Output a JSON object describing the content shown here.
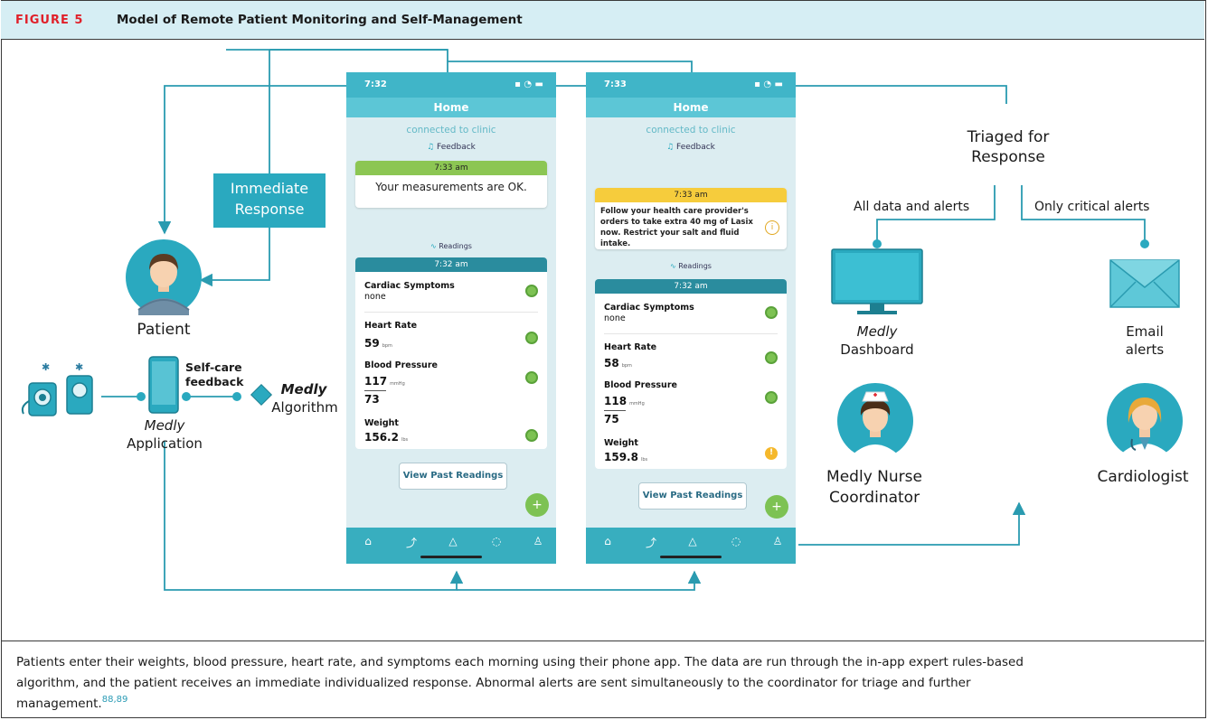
{
  "header": {
    "figure_label": "FIGURE 5",
    "title": "Model of Remote Patient Monitoring and Self-Management"
  },
  "diagram": {
    "immediate_response": [
      "Immediate",
      "Response"
    ],
    "patient": "Patient",
    "self_care_feedback": [
      "Self-care",
      "feedback"
    ],
    "medly_application": {
      "italic": "Medly",
      "text": "Application"
    },
    "medly_algorithm": {
      "italic": "Medly",
      "text": "Algorithm"
    },
    "triaged": [
      "Triaged for",
      "Response"
    ],
    "all_data": "All data and alerts",
    "critical_only": "Only critical alerts",
    "dashboard": {
      "italic": "Medly",
      "text": "Dashboard"
    },
    "email_alerts": [
      "Email",
      "alerts"
    ],
    "nurse": [
      "Medly Nurse",
      "Coordinator"
    ],
    "cardiologist": "Cardiologist"
  },
  "phone1": {
    "time": "7:32",
    "title": "Home",
    "connected": "connected to clinic",
    "feedback_label": "Feedback",
    "feedback_time": "7:33 am",
    "feedback_msg": "Your measurements are OK.",
    "feedback_color": "#8cc653",
    "readings_label": "Readings",
    "readings_time": "7:32 am",
    "rows": [
      {
        "title": "Cardiac Symptoms",
        "value": "none",
        "unit": "",
        "status": "ok"
      },
      {
        "title": "Heart Rate",
        "value": "59",
        "unit": "bpm",
        "status": "ok"
      },
      {
        "title": "Blood Pressure",
        "value": "117",
        "value2": "73",
        "unit": "mmHg",
        "status": "ok"
      },
      {
        "title": "Weight",
        "value": "156.2",
        "unit": "lbs",
        "status": "ok"
      }
    ],
    "button": "View Past Readings"
  },
  "phone2": {
    "time": "7:33",
    "title": "Home",
    "connected": "connected to clinic",
    "feedback_label": "Feedback",
    "feedback_time": "7:33 am",
    "feedback_msg": "Follow your health care provider's orders to take extra 40 mg of Lasix now. Restrict your salt and fluid intake.",
    "feedback_color": "#f6cc3c",
    "readings_label": "Readings",
    "readings_time": "7:32 am",
    "rows": [
      {
        "title": "Cardiac Symptoms",
        "value": "none",
        "unit": "",
        "status": "ok"
      },
      {
        "title": "Heart Rate",
        "value": "58",
        "unit": "bpm",
        "status": "ok"
      },
      {
        "title": "Blood Pressure",
        "value": "118",
        "value2": "75",
        "unit": "mmHg",
        "status": "ok"
      },
      {
        "title": "Weight",
        "value": "159.8",
        "unit": "lbs",
        "status": "warn"
      }
    ],
    "button": "View Past Readings"
  },
  "caption": {
    "line1": "Patients enter their weights, blood pressure, heart rate, and symptoms each morning using their phone app. The data are run through the in-app expert rules-based",
    "line2": "algorithm, and the patient receives an immediate individualized response. Abnormal alerts are sent simultaneously to the coordinator for triage and further",
    "line3": "management.",
    "refs": "88,89"
  },
  "colors": {
    "accent": "#2aa9bf",
    "arrow": "#2a9bb0",
    "header_bg": "#d6eef4",
    "figure_label": "#e0202a"
  }
}
